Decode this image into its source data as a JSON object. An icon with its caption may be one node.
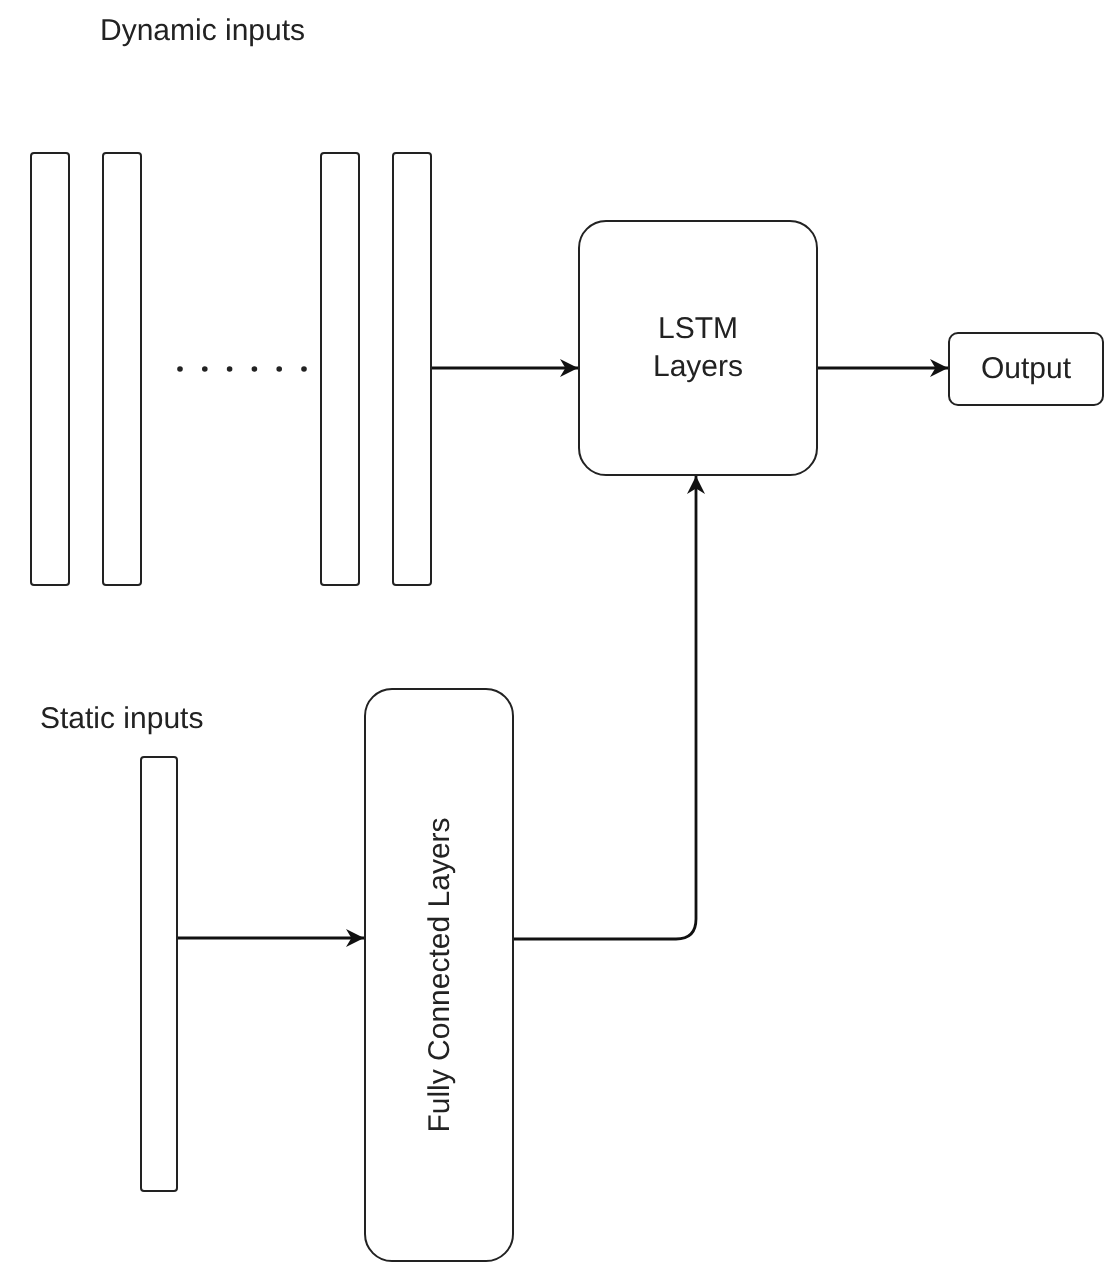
{
  "diagram": {
    "nodes": [
      {
        "text": [],
        "shape": "bar"
      },
      {
        "text": [],
        "shape": "bar"
      },
      {
        "text": [],
        "shape": "bar"
      },
      {
        "text": [],
        "shape": "bar"
      },
      {
        "text": [
          "LSTM Layers"
        ]
      },
      {
        "text": [
          "Output"
        ]
      },
      {
        "text": [],
        "shape": "bar"
      },
      {
        "text": [
          "Fully Connected Layers"
        ]
      }
    ],
    "edges": [
      {
        "from": 3,
        "to": 4,
        "arrow": "to"
      },
      {
        "from": 4,
        "to": 5,
        "arrow": "to"
      },
      {
        "from": 6,
        "to": 7,
        "arrow": "to"
      },
      {
        "from": 7,
        "to": 4,
        "arrow": "to"
      }
    ],
    "labels": [
      "Dynamic inputs",
      "Static inputs"
    ]
  }
}
